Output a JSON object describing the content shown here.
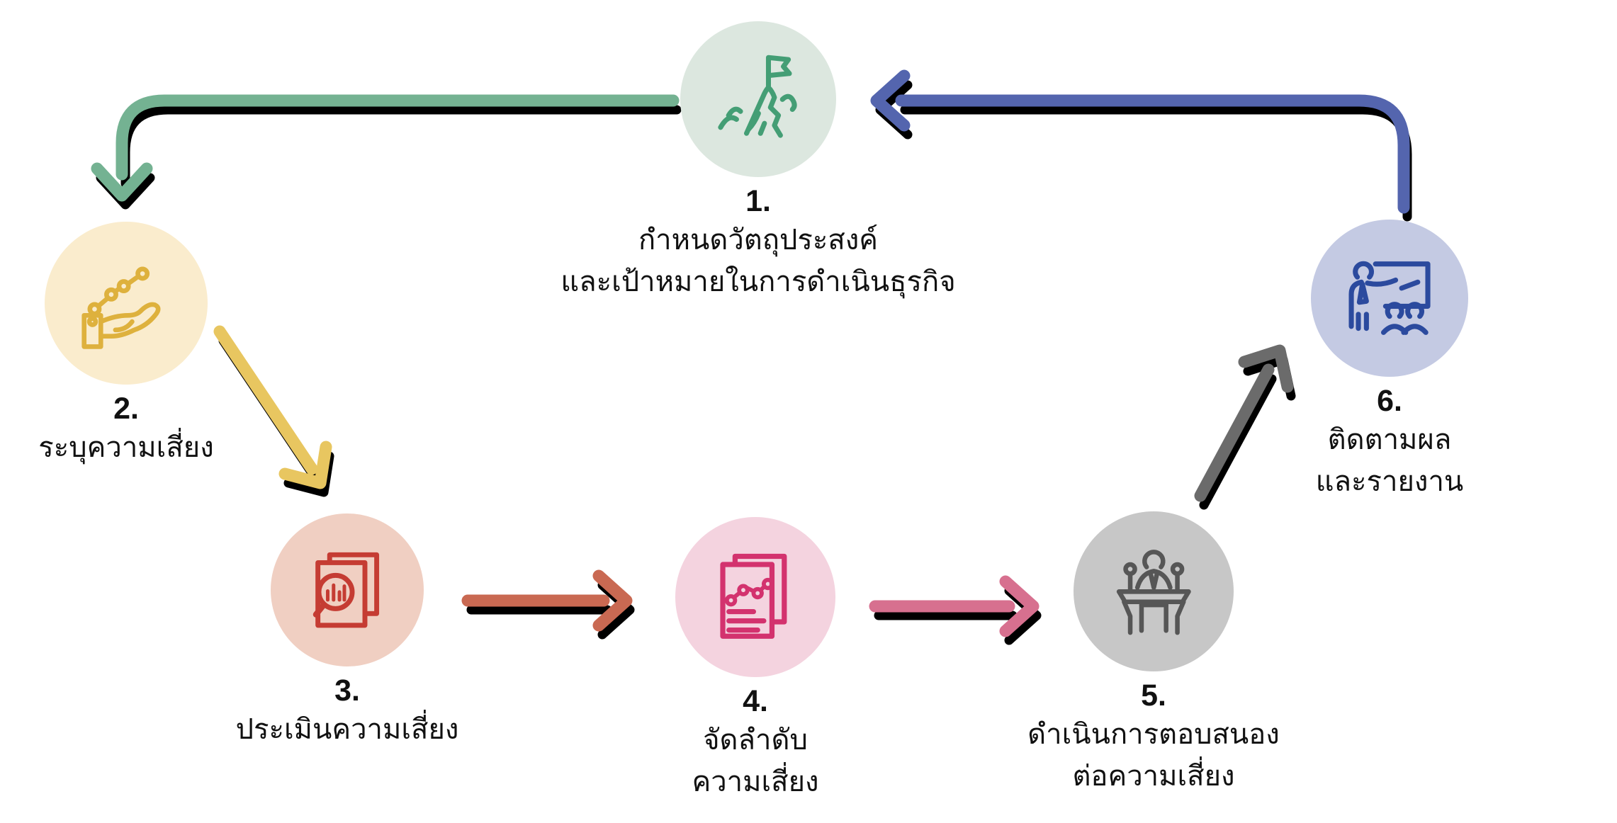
{
  "diagram_title": "",
  "steps": [
    {
      "number": "1.",
      "lines": [
        "กำหนดวัตถุประสงค์",
        "และเป้าหมายในการดำเนินธุรกิจ"
      ],
      "icon": "mountain-flag-icon",
      "circle_color": "#dce7df",
      "icon_color": "#449e75"
    },
    {
      "number": "2.",
      "lines": [
        "ระบุความเสี่ยง"
      ],
      "icon": "hand-trend-icon",
      "circle_color": "#faeccd",
      "icon_color": "#deb13d"
    },
    {
      "number": "3.",
      "lines": [
        "ประเมินความเสี่ยง"
      ],
      "icon": "document-magnifier-icon",
      "circle_color": "#f0cfc2",
      "icon_color": "#c53c33"
    },
    {
      "number": "4.",
      "lines": [
        "จัดลำดับ",
        "ความเสี่ยง"
      ],
      "icon": "report-chart-icon",
      "circle_color": "#f4d3df",
      "icon_color": "#d3326e"
    },
    {
      "number": "5.",
      "lines": [
        "ดำเนินการตอบสนอง",
        "ต่อความเสี่ยง"
      ],
      "icon": "podium-speaker-icon",
      "circle_color": "#c7c7c7",
      "icon_color": "#565656"
    },
    {
      "number": "6.",
      "lines": [
        "ติดตามผล",
        "และรายงาน"
      ],
      "icon": "presentation-board-icon",
      "circle_color": "#c4cae3",
      "icon_color": "#2b4a9e"
    }
  ],
  "arrows": [
    {
      "name": "arrow-1-to-2",
      "from_step": "1",
      "to_step": "2",
      "color": "#74b292"
    },
    {
      "name": "arrow-2-to-3",
      "from_step": "2",
      "to_step": "3",
      "color": "#e8c660"
    },
    {
      "name": "arrow-3-to-4",
      "from_step": "3",
      "to_step": "4",
      "color": "#c96952"
    },
    {
      "name": "arrow-4-to-5",
      "from_step": "4",
      "to_step": "5",
      "color": "#d7708f"
    },
    {
      "name": "arrow-5-to-6",
      "from_step": "5",
      "to_step": "6",
      "color": "#6b6b6b"
    },
    {
      "name": "arrow-6-to-1",
      "from_step": "6",
      "to_step": "1",
      "color": "#5465ae"
    }
  ],
  "arrow_shadow_color": "#000000",
  "text_color": "#111111",
  "background_color": "#ffffff"
}
